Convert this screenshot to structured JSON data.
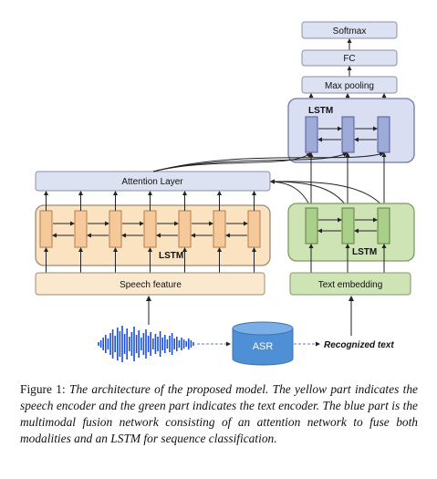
{
  "diagram": {
    "softmax_label": "Softmax",
    "fc_label": "FC",
    "maxpool_label": "Max pooling",
    "fusion_lstm_label": "LSTM",
    "attention_label": "Attention Layer",
    "speech_lstm_label": "LSTM",
    "text_lstm_label": "LSTM",
    "speech_feature_label": "Speech feature",
    "text_embedding_label": "Text embedding",
    "asr_label": "ASR",
    "recognized_text_label": "Recognized text",
    "colors": {
      "speech": "#fbe3c2",
      "speech_cell": "#f6c99b",
      "text": "#cfe4b5",
      "text_cell": "#a9cf88",
      "fusion": "#d9def3",
      "fusion_cell": "#9eabd9",
      "layer": "#dde2f2",
      "asr": "#4f8fd6",
      "waveform": "#1b4fd8"
    }
  },
  "caption": {
    "prefix": "Figure 1: ",
    "body": "The architecture of the proposed model. The yellow part indicates the speech encoder and the green part indicates the text encoder. The blue part is the multimodal fusion network consisting of an attention network to fuse both modalities and an LSTM for sequence classification."
  }
}
